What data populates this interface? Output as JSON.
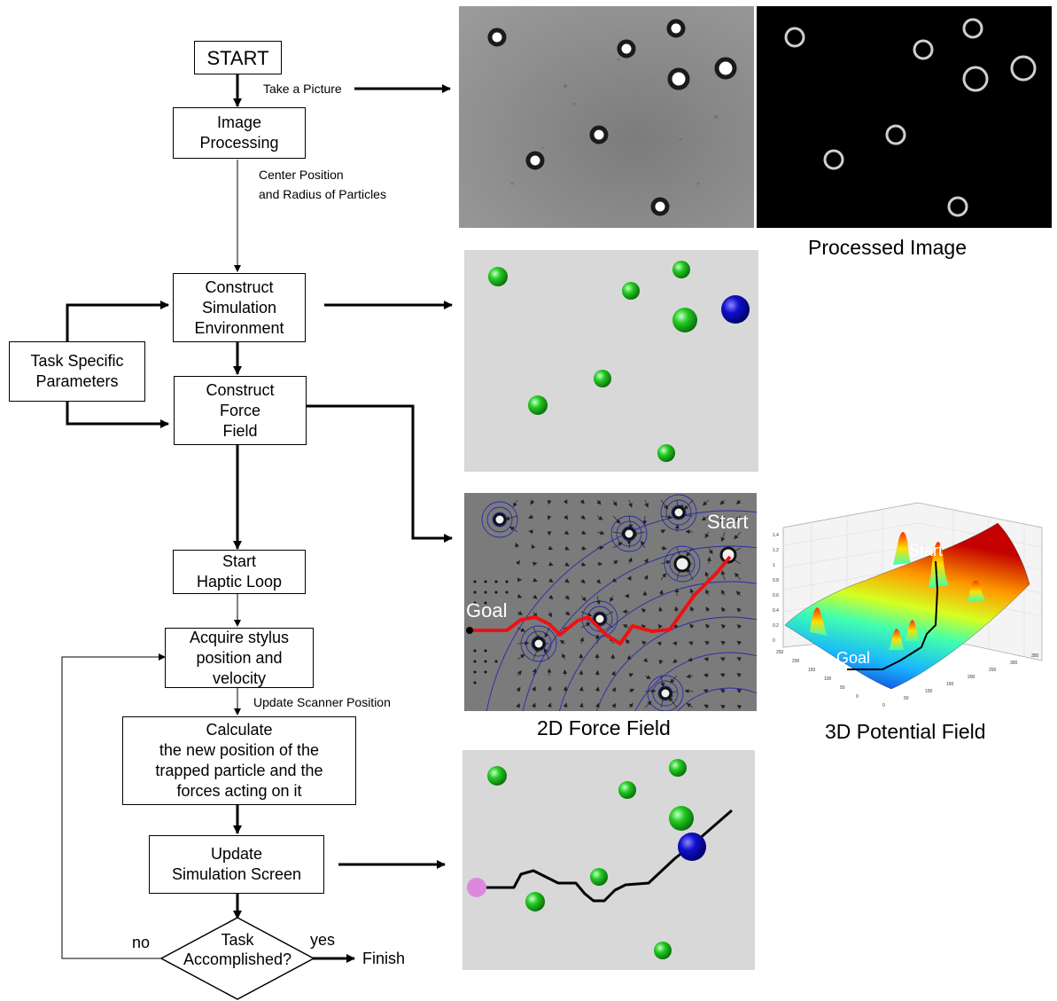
{
  "flowchart": {
    "start": "START",
    "take_picture": "Take a Picture",
    "image_processing": "Image\nProcessing",
    "center_position": "Center Position\nand Radius of Particles",
    "construct_sim": "Construct\nSimulation\nEnvironment",
    "task_params": "Task Specific\nParameters",
    "construct_force": "Construct\nForce\nField",
    "start_haptic": "Start\nHaptic Loop",
    "acquire_stylus": "Acquire stylus\nposition and\nvelocity",
    "update_scanner": "Update Scanner Position",
    "calculate": "Calculate\nthe new position of the\ntrapped particle and the\nforces acting on it",
    "update_sim": "Update\nSimulation Screen",
    "task_accomplished": "Task\nAccomplished?",
    "no": "no",
    "yes": "yes",
    "finish": "Finish"
  },
  "panels": {
    "processed_image": "Processed Image",
    "force_field_2d": "2D Force Field",
    "potential_field_3d": "3D Potential Field",
    "start_label": "Start",
    "goal_label": "Goal"
  },
  "colors": {
    "particle_green": "#22cc22",
    "trapped_blue": "#1010cc",
    "path_red": "#ee1111",
    "panel_gray": "#d8d8d8"
  },
  "axis_3d": {
    "z_ticks": [
      "1.4",
      "1.2",
      "1",
      "0.8",
      "0.6",
      "0.4",
      "0.2",
      "0"
    ],
    "y_ticks": [
      "250",
      "200",
      "150",
      "100",
      "50",
      "0"
    ],
    "x_ticks": [
      "0",
      "50",
      "100",
      "150",
      "200",
      "250",
      "300",
      "350"
    ]
  }
}
